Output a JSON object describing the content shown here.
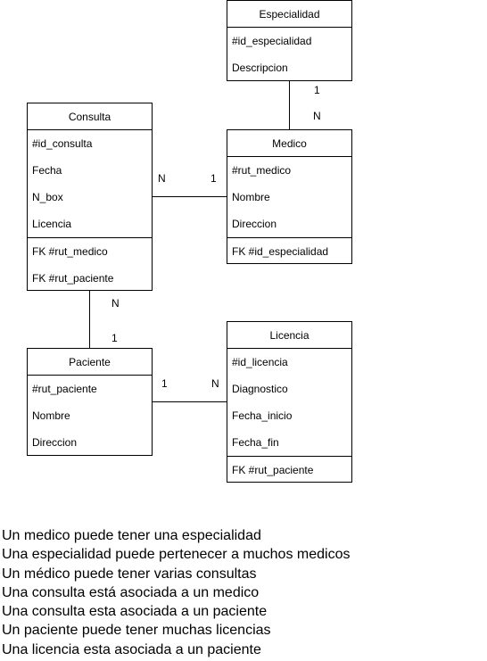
{
  "entities": {
    "especialidad": {
      "title": "Especialidad",
      "attrs": [
        "#id_especialidad",
        "Descripcion"
      ]
    },
    "consulta": {
      "title": "Consulta",
      "attrs": [
        "#id_consulta",
        "Fecha",
        "N_box",
        "Licencia"
      ],
      "fks": [
        "FK #rut_medico",
        "FK #rut_paciente"
      ]
    },
    "medico": {
      "title": "Medico",
      "attrs": [
        "#rut_medico",
        "Nombre",
        "Direccion"
      ],
      "fks": [
        "FK #id_especialidad"
      ]
    },
    "paciente": {
      "title": "Paciente",
      "attrs": [
        "#rut_paciente",
        "Nombre",
        "Direccion"
      ]
    },
    "licencia": {
      "title": "Licencia",
      "attrs": [
        "#id_licencia",
        "Diagnostico",
        "Fecha_inicio",
        "Fecha_fin"
      ],
      "fks": [
        "FK #rut_paciente"
      ]
    }
  },
  "cardinalities": {
    "esp_medico_top": "1",
    "esp_medico_bottom": "N",
    "consulta_medico_left": "N",
    "consulta_medico_right": "1",
    "consulta_paciente_top": "N",
    "consulta_paciente_bottom": "1",
    "paciente_licencia_left": "1",
    "paciente_licencia_right": "N"
  },
  "notes": [
    "Un medico puede tener una especialidad",
    "Una especialidad puede pertenecer a muchos medicos",
    "Un médico puede tener varias consultas",
    "Una consulta está asociada a un medico",
    "Una consulta esta asociada a un paciente",
    "Un paciente puede tener muchas licencias",
    "Una licencia esta asociada a un paciente"
  ]
}
